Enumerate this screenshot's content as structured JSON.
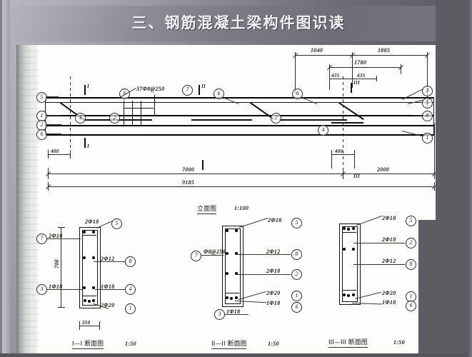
{
  "slide": {
    "title": "三、钢筋混凝土梁构件图识读"
  },
  "drawing": {
    "elevation": {
      "caption_name": "立面图",
      "caption_scale": "1:100",
      "stirrup_note": "37Φ8@250",
      "stirrup_note_mark": "7",
      "top_dims": [
        "1040",
        "1885"
      ],
      "second_dim": "1780",
      "small_dims": [
        "435",
        "435"
      ],
      "left_offset_dim": "400",
      "right_offset_dim": "400",
      "span_dim": "7000",
      "tail_dim": "2000",
      "total_dim": "9185",
      "section_labels": [
        "I",
        "I",
        "II",
        "III",
        "III"
      ],
      "left_marks": [
        "5",
        "1",
        "2",
        "6"
      ],
      "inner_marks": [
        "3",
        "2",
        "6",
        "4",
        "2",
        "6"
      ],
      "right_marks": [
        "3",
        "5",
        "8",
        "1"
      ]
    },
    "sections": [
      {
        "id": "section-1-1",
        "caption_name": "I—I 断面图",
        "caption_scale": "1:50",
        "height_dim": "700",
        "width_dim": "250",
        "labels": [
          {
            "text": "2Φ18",
            "mark": "5",
            "side": "top-right"
          },
          {
            "text": "2Φ18",
            "mark": "7",
            "side": "left"
          },
          {
            "text": "2Φ12",
            "mark": "8",
            "side": "right"
          },
          {
            "text": "1Φ18",
            "mark": "3",
            "side": "left"
          },
          {
            "text": "1Φ18",
            "mark": "4",
            "side": "right"
          },
          {
            "text": "2Φ20",
            "mark": "1",
            "side": "bottom-right"
          }
        ]
      },
      {
        "id": "section-2-2",
        "caption_name": "II—II 断面图",
        "caption_scale": "1:50",
        "labels": [
          {
            "text": "2Φ18",
            "mark": "5",
            "side": "top-right"
          },
          {
            "text": "Φ8@250",
            "mark": "7",
            "side": "left"
          },
          {
            "text": "2Φ12",
            "mark": "8",
            "side": "right"
          },
          {
            "text": "2Φ18",
            "mark": "2",
            "side": "right"
          },
          {
            "text": "2Φ20",
            "mark": "1",
            "side": "right"
          },
          {
            "text": "1Φ18",
            "mark": "6",
            "side": "right"
          },
          {
            "text": "1Φ18",
            "mark": "3",
            "side": "bottom-left"
          }
        ]
      },
      {
        "id": "section-3-3",
        "caption_name": "III—III 断面图",
        "caption_scale": "1:50",
        "labels": [
          {
            "text": "2Φ18",
            "mark": "5",
            "side": "top-right"
          },
          {
            "text": "2Φ18",
            "mark": "2",
            "side": "right"
          },
          {
            "text": "2Φ12",
            "mark": "8",
            "side": "right"
          },
          {
            "text": "2Φ20",
            "mark": "1",
            "side": "bottom-right"
          },
          {
            "text": "1Φ18",
            "mark": "6",
            "side": "bottom-right"
          }
        ]
      }
    ]
  },
  "colors": {
    "slide_bg_light": "#b9b9c4",
    "slide_bg_dark": "#5c5c63",
    "title_text": "#f2f2f5",
    "page_bg": "#fdfdfb",
    "ink": "#141414"
  }
}
